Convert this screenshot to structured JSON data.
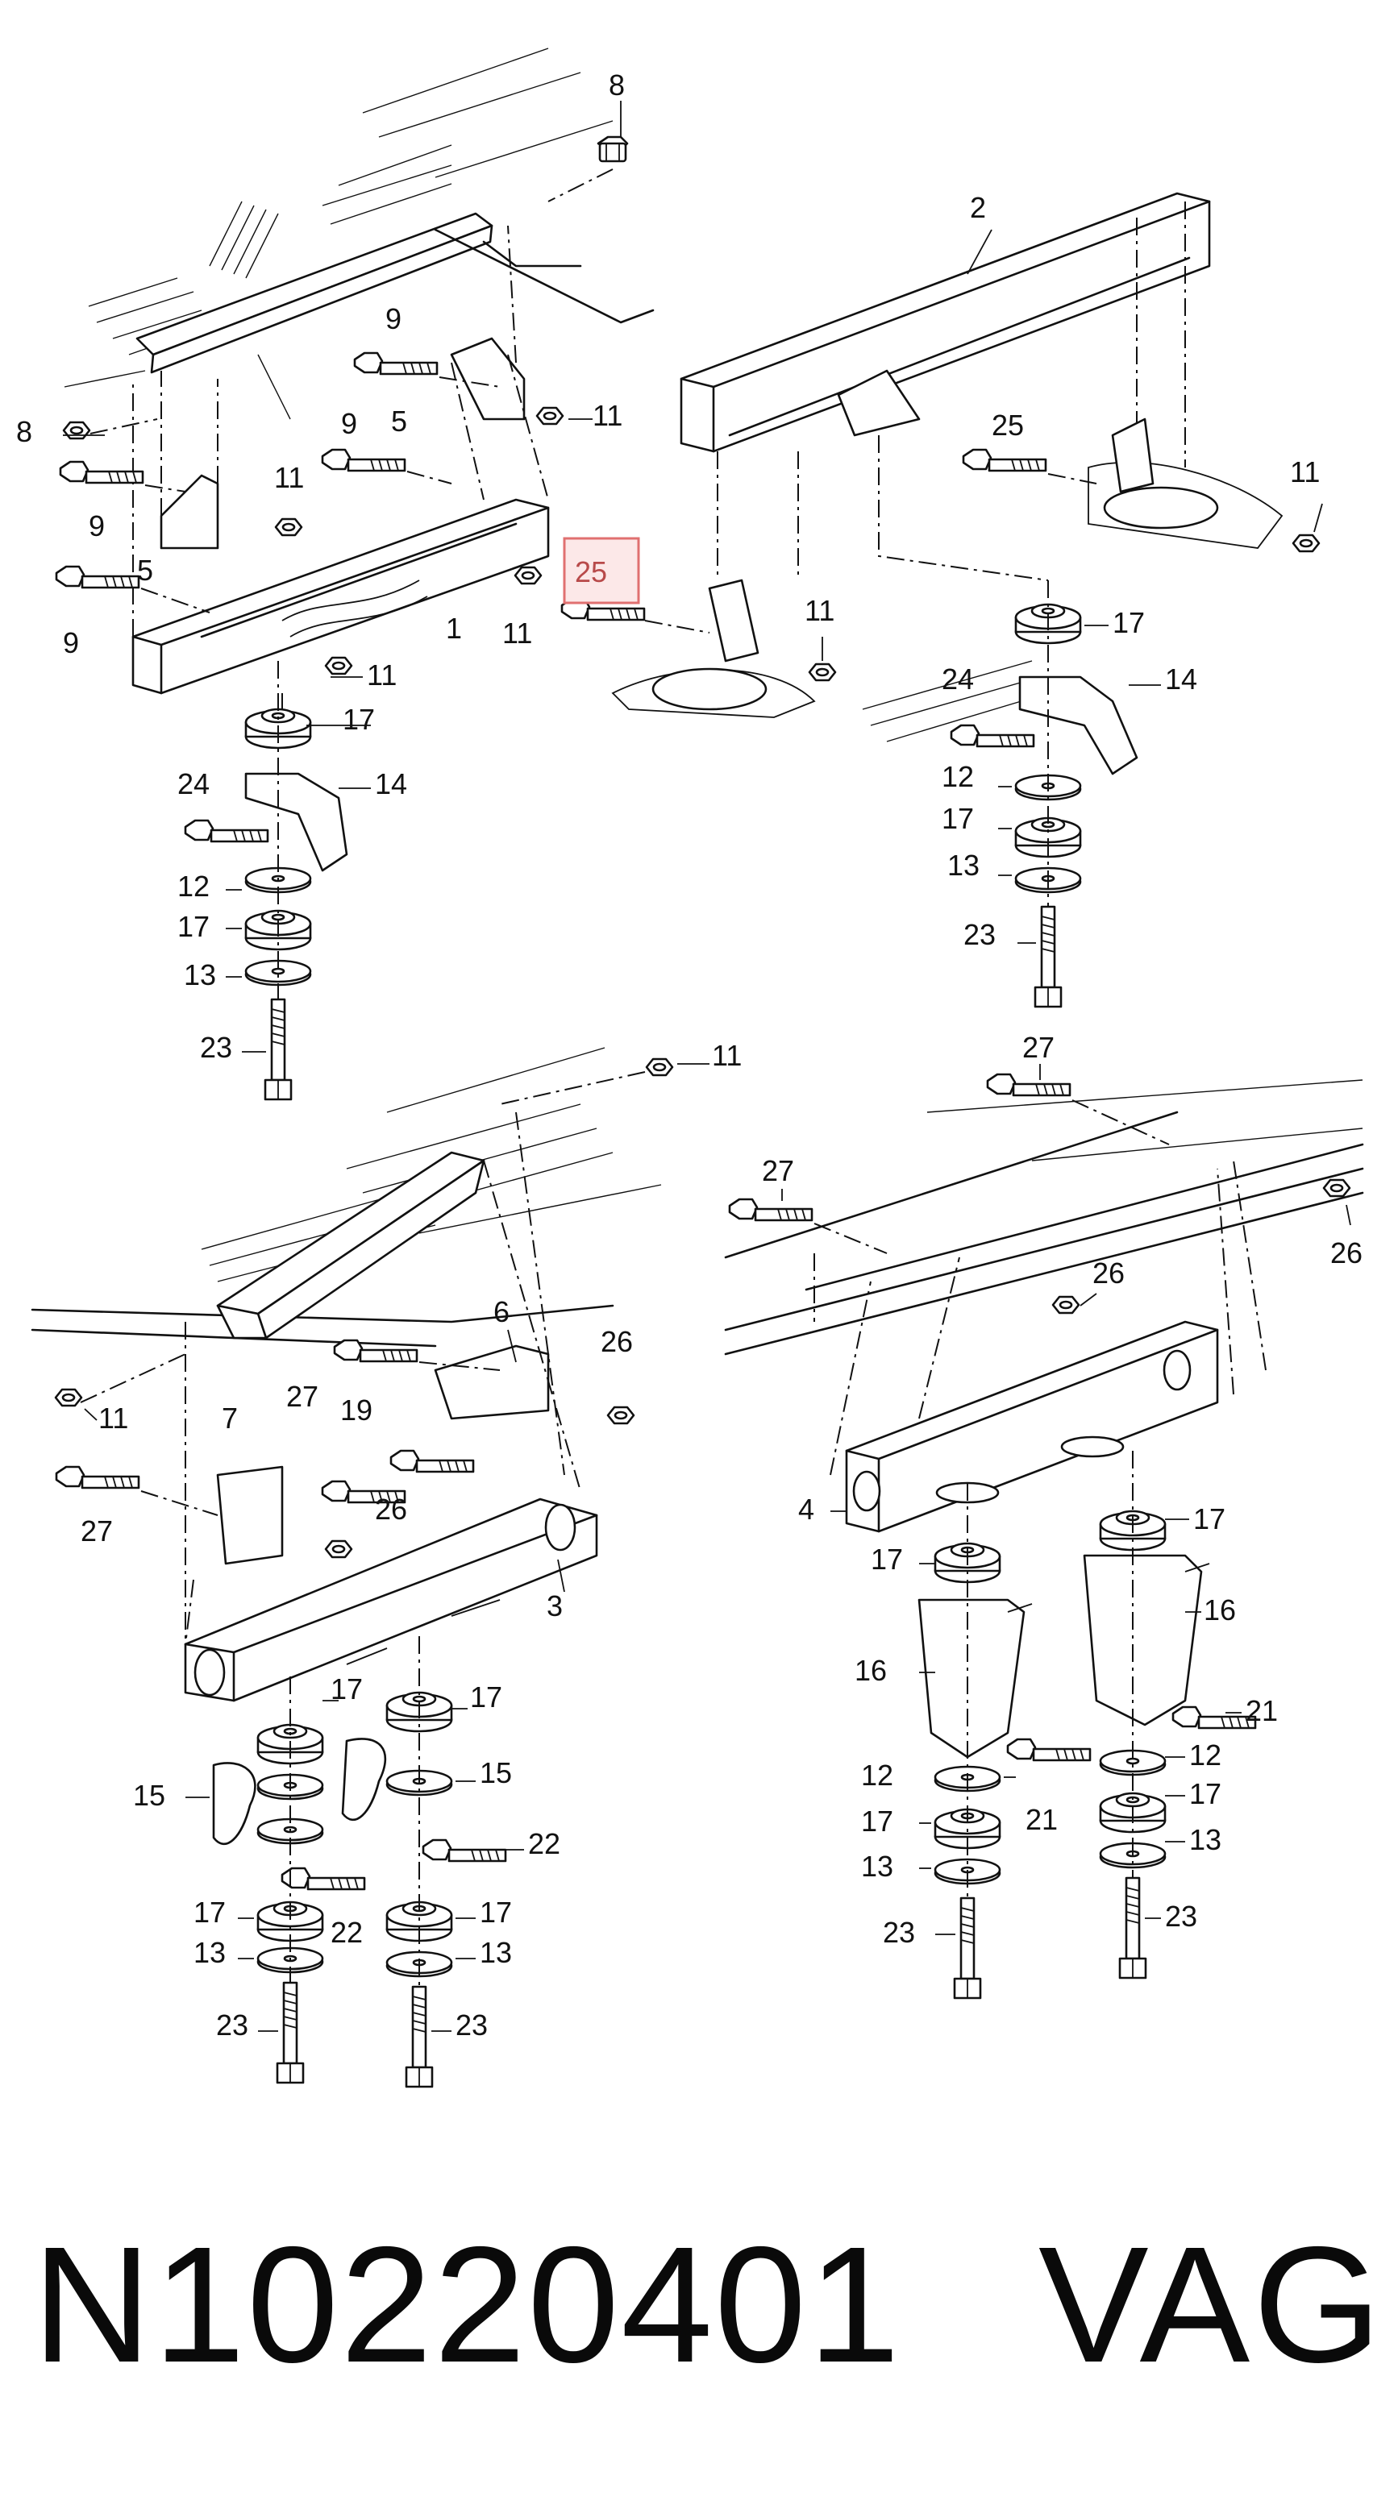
{
  "callouts": {
    "top_left": [
      "8",
      "9",
      "9",
      "5",
      "11",
      "8",
      "9",
      "11",
      "5",
      "9",
      "1",
      "11",
      "11",
      "17",
      "14",
      "24",
      "12",
      "17",
      "13",
      "23"
    ],
    "top_right": [
      "2",
      "25",
      "11",
      "25",
      "11",
      "17",
      "14",
      "24",
      "12",
      "17",
      "13",
      "23"
    ],
    "bottom_left": [
      "11",
      "6",
      "26",
      "11",
      "27",
      "19",
      "7",
      "27",
      "26",
      "3",
      "17",
      "17",
      "15",
      "15",
      "22",
      "22",
      "17",
      "17",
      "13",
      "13",
      "23",
      "23"
    ],
    "bottom_right": [
      "27",
      "27",
      "26",
      "26",
      "4",
      "17",
      "17",
      "16",
      "16",
      "21",
      "12",
      "21",
      "12",
      "17",
      "17",
      "13",
      "13",
      "23",
      "23"
    ]
  },
  "highlighted_callout": "25",
  "highlight_color": "#e07070",
  "footer": {
    "part_number": "N10220401",
    "brand": "VAG"
  }
}
